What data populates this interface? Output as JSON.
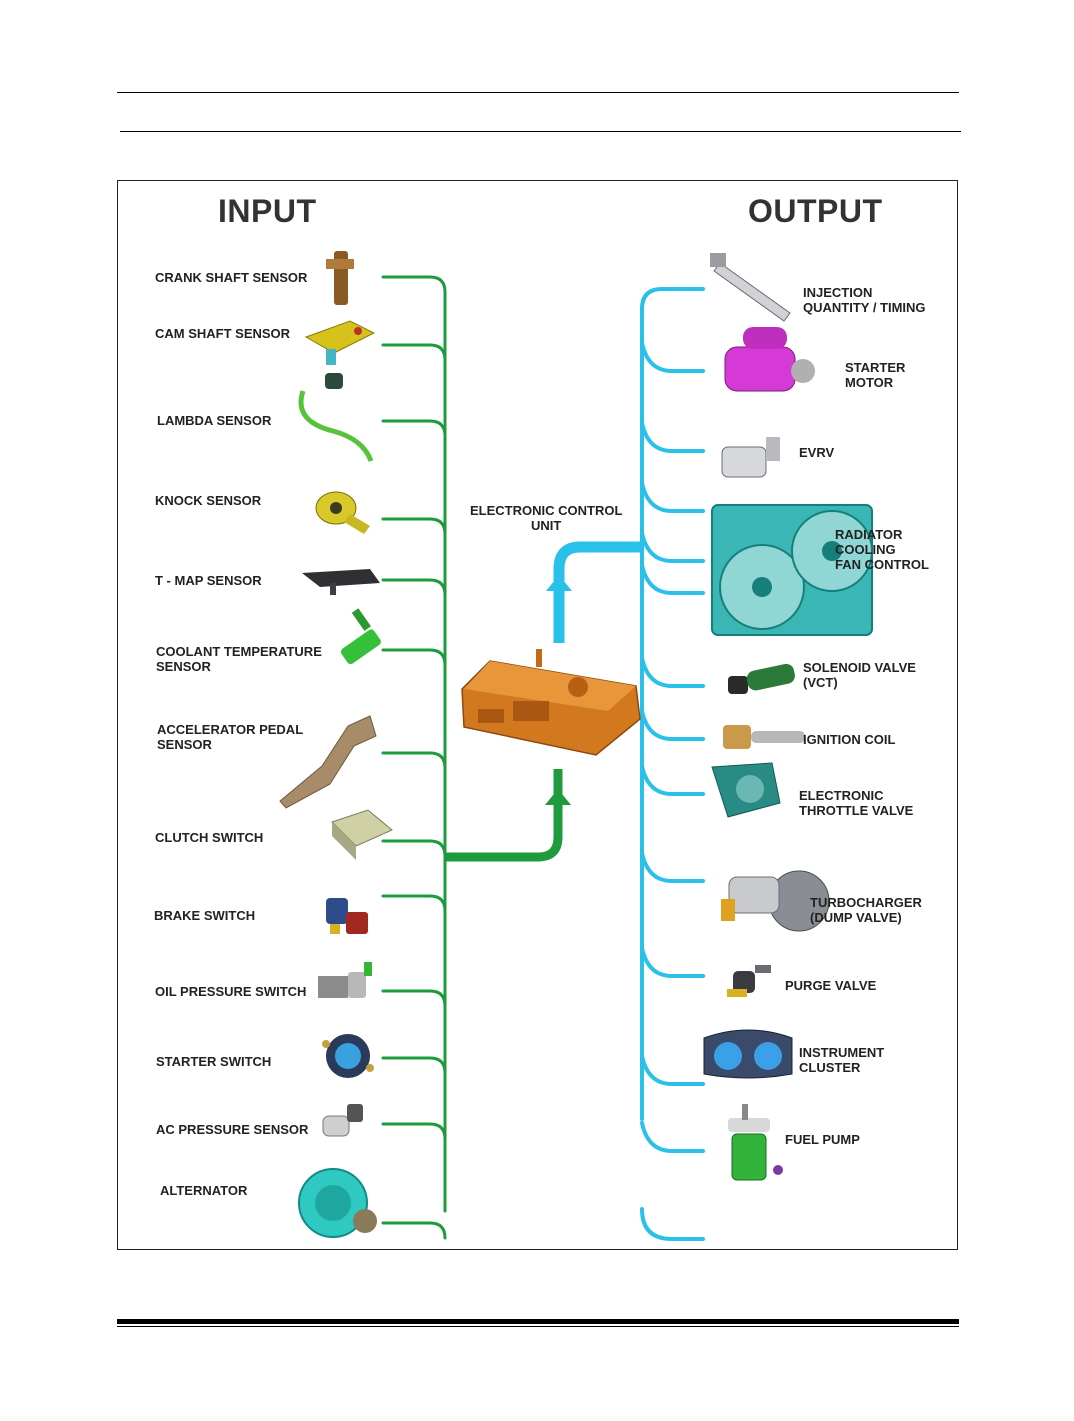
{
  "headings": {
    "input": "INPUT",
    "output": "OUTPUT"
  },
  "ecu": {
    "label": "ELECTRONIC CONTROL\nUNIT",
    "color": "#d2781e"
  },
  "colors": {
    "input_line": "#1e9b3c",
    "output_line": "#29c0ea"
  },
  "inputs": [
    {
      "label": "CRANK SHAFT SENSOR",
      "icon": "crankshaft-sensor-icon"
    },
    {
      "label": "CAM SHAFT SENSOR",
      "icon": "camshaft-sensor-icon"
    },
    {
      "label": "LAMBDA SENSOR",
      "icon": "lambda-sensor-icon"
    },
    {
      "label": "KNOCK SENSOR",
      "icon": "knock-sensor-icon"
    },
    {
      "label": "T - MAP SENSOR",
      "icon": "tmap-sensor-icon"
    },
    {
      "label": "COOLANT TEMPERATURE\nSENSOR",
      "icon": "coolant-sensor-icon"
    },
    {
      "label": "ACCELERATOR PEDAL\nSENSOR",
      "icon": "accelerator-pedal-icon"
    },
    {
      "label": "CLUTCH SWITCH",
      "icon": "clutch-switch-icon"
    },
    {
      "label": "BRAKE SWITCH",
      "icon": "brake-switch-icon"
    },
    {
      "label": "OIL PRESSURE SWITCH",
      "icon": "oil-pressure-switch-icon"
    },
    {
      "label": "STARTER SWITCH",
      "icon": "starter-switch-icon"
    },
    {
      "label": "AC PRESSURE SENSOR",
      "icon": "ac-pressure-sensor-icon"
    },
    {
      "label": "ALTERNATOR",
      "icon": "alternator-icon"
    }
  ],
  "outputs": [
    {
      "label": "INJECTION\nQUANTITY / TIMING",
      "icon": "injector-icon"
    },
    {
      "label": "STARTER\nMOTOR",
      "icon": "starter-motor-icon"
    },
    {
      "label": "EVRV",
      "icon": "evrv-icon"
    },
    {
      "label": "RADIATOR\nCOOLING\nFAN CONTROL",
      "icon": "radiator-fan-icon"
    },
    {
      "label": "SOLENOID VALVE\n(VCT)",
      "icon": "solenoid-valve-icon"
    },
    {
      "label": "IGNITION COIL",
      "icon": "ignition-coil-icon"
    },
    {
      "label": "ELECTRONIC\nTHROTTLE VALVE",
      "icon": "throttle-valve-icon"
    },
    {
      "label": "TURBOCHARGER\n(DUMP VALVE)",
      "icon": "turbocharger-icon"
    },
    {
      "label": "PURGE VALVE",
      "icon": "purge-valve-icon"
    },
    {
      "label": "INSTRUMENT\nCLUSTER",
      "icon": "instrument-cluster-icon"
    },
    {
      "label": "FUEL PUMP",
      "icon": "fuel-pump-icon"
    }
  ]
}
